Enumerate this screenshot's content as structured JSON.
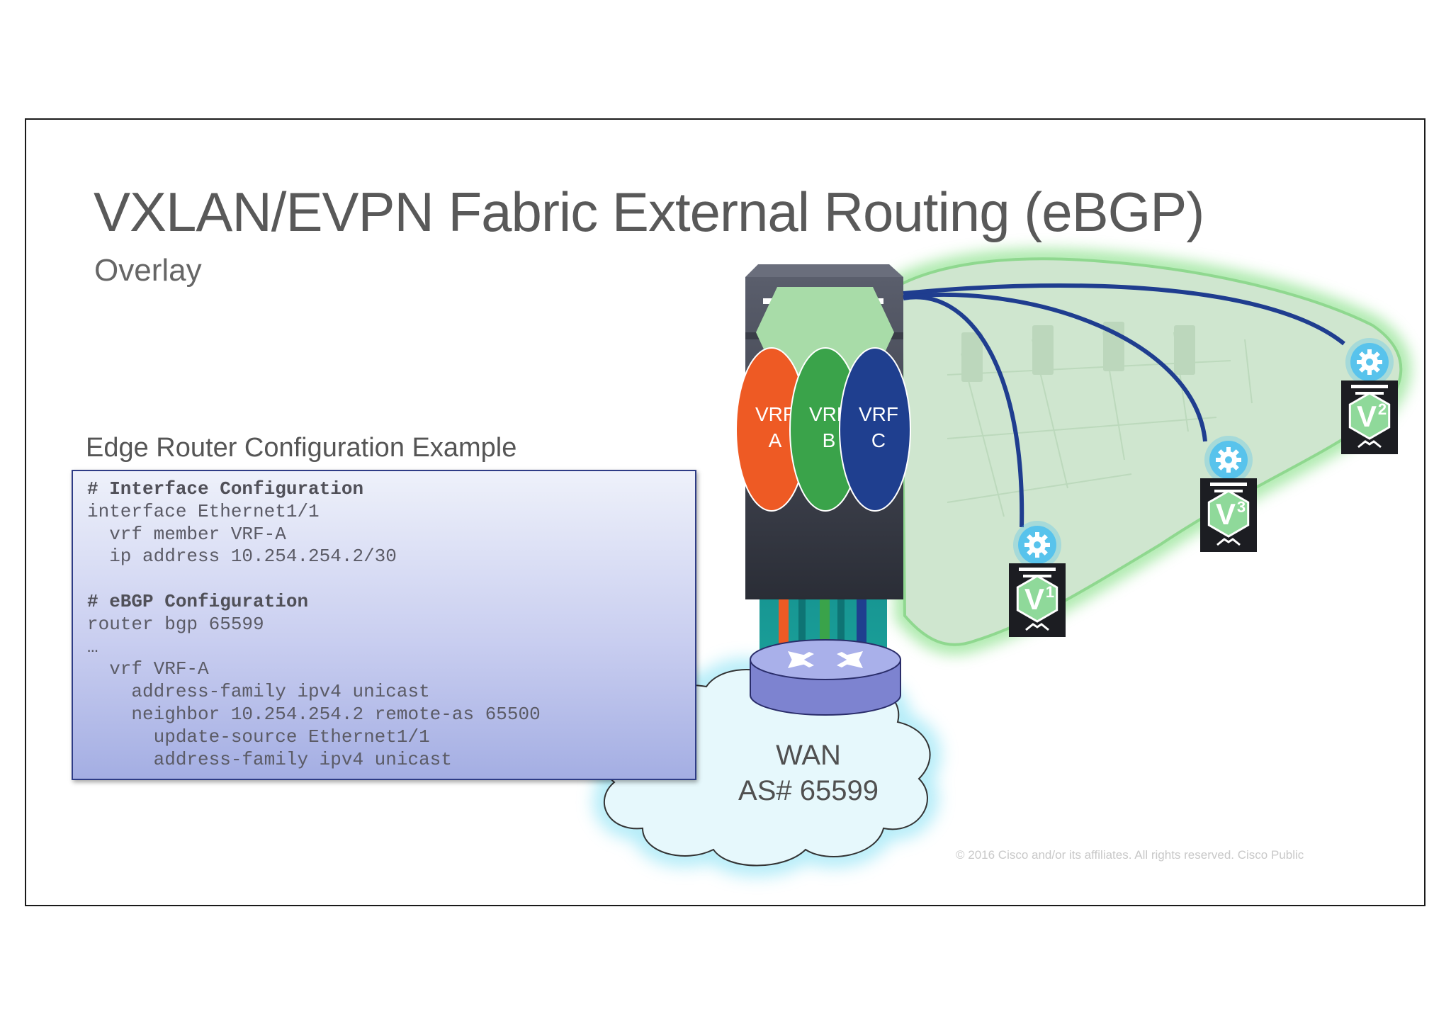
{
  "slide": {
    "title": "VXLAN/EVPN Fabric External Routing (eBGP)",
    "subtitle": "Overlay",
    "copyright": "© 2016  Cisco and/or its affiliates. All rights reserved.   Cisco Public"
  },
  "config": {
    "heading": "Edge Router Configuration Example",
    "lines": [
      "# Interface Configuration",
      "interface Ethernet1/1",
      "  vrf member VRF-A",
      "  ip address 10.254.254.2/30",
      "",
      "# eBGP Configuration",
      "router bgp 65599",
      "…",
      "  vrf VRF-A",
      "    address-family ipv4 unicast",
      "    neighbor 10.254.254.2 remote-as 65500",
      "      update-source Ethernet1/1",
      "      address-family ipv4 unicast"
    ]
  },
  "diagram": {
    "vrfs": [
      {
        "line1": "VRF",
        "line2": "A",
        "color": "#ee5a24"
      },
      {
        "line1": "VRF",
        "line2": "B",
        "color": "#3aa34a"
      },
      {
        "line1": "VRF",
        "line2": "C",
        "color": "#1f3f8f"
      }
    ],
    "wan": {
      "line1": "WAN",
      "line2": "AS# 65599"
    },
    "vteps": [
      {
        "label": "V",
        "sup": "1"
      },
      {
        "label": "V",
        "sup": "3"
      },
      {
        "label": "V",
        "sup": "2"
      }
    ],
    "colors": {
      "fabric_fill": "#cfe6cf",
      "fabric_glow": "#86e086",
      "tunnel": "#1f3d8f",
      "cloud_fill": "#e6f8fc",
      "cloud_glow": "#8fe3f5",
      "router_top": "#a9b0ea",
      "router_side": "#7d83d0",
      "gear": "#58c3ec",
      "vtep_hex": "#8fd99a"
    }
  }
}
